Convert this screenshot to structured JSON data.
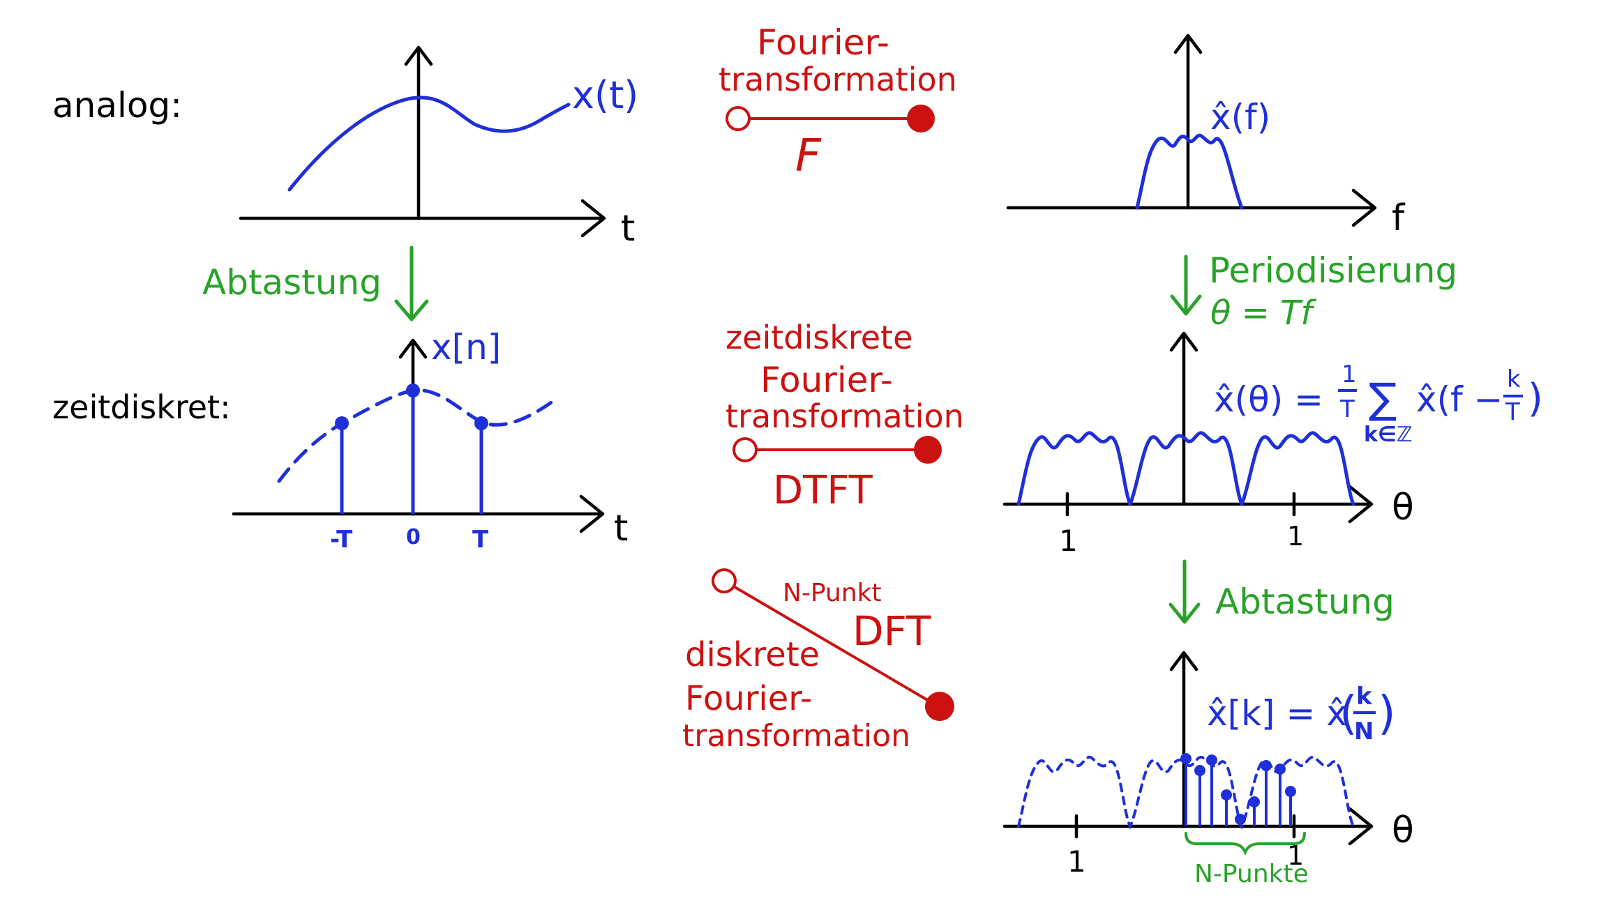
{
  "colors": {
    "black": "#000000",
    "blue": "#1f2fd9",
    "red": "#cc1111",
    "green": "#2aa22a"
  },
  "left": {
    "analog_label": "analog:",
    "analog_signal": "x(t)",
    "analog_axis": "t",
    "sampling_label": "Abtastung",
    "discrete_label": "zeitdiskret:",
    "discrete_signal": "x[n]",
    "discrete_axis": "t",
    "ticks": [
      "-T",
      "0",
      "T"
    ]
  },
  "middle": {
    "ft_line1": "Fourier-",
    "ft_line2": "transformation",
    "ft_symbol": "F",
    "dtft_line1": "zeitdiskrete",
    "dtft_line2": "Fourier-",
    "dtft_line3": "transformation",
    "dtft_abbr": "DTFT",
    "dft_npunkt": "N-Punkt",
    "dft_abbr": "DFT",
    "dft_line1": "diskrete",
    "dft_line2": "Fourier-",
    "dft_line3": "transformation"
  },
  "right": {
    "spectrum_label": "x̂(f)",
    "spectrum_axis": "f",
    "periodization_label": "Periodisierung",
    "periodization_eq": "θ = Tf",
    "dtft_formula_lhs": "x̂(θ) =",
    "dtft_formula_frac_num": "1",
    "dtft_formula_frac_den": "T",
    "dtft_formula_sum": "∑",
    "dtft_formula_sub": "k∈ℤ",
    "dtft_formula_rhs": "x̂(f −",
    "dtft_formula_kfrac_num": "k",
    "dtft_formula_kfrac_den": "T",
    "dtft_formula_close": ")",
    "theta_axis": "θ",
    "theta_ticks": [
      "1",
      "1"
    ],
    "sampling_label": "Abtastung",
    "dft_formula_lhs": "x̂[k] = x̂",
    "dft_formula_num": "k",
    "dft_formula_den": "N",
    "theta_axis2": "θ",
    "theta_ticks2": [
      "1",
      "1"
    ],
    "npoints_label": "N-Punkte"
  }
}
